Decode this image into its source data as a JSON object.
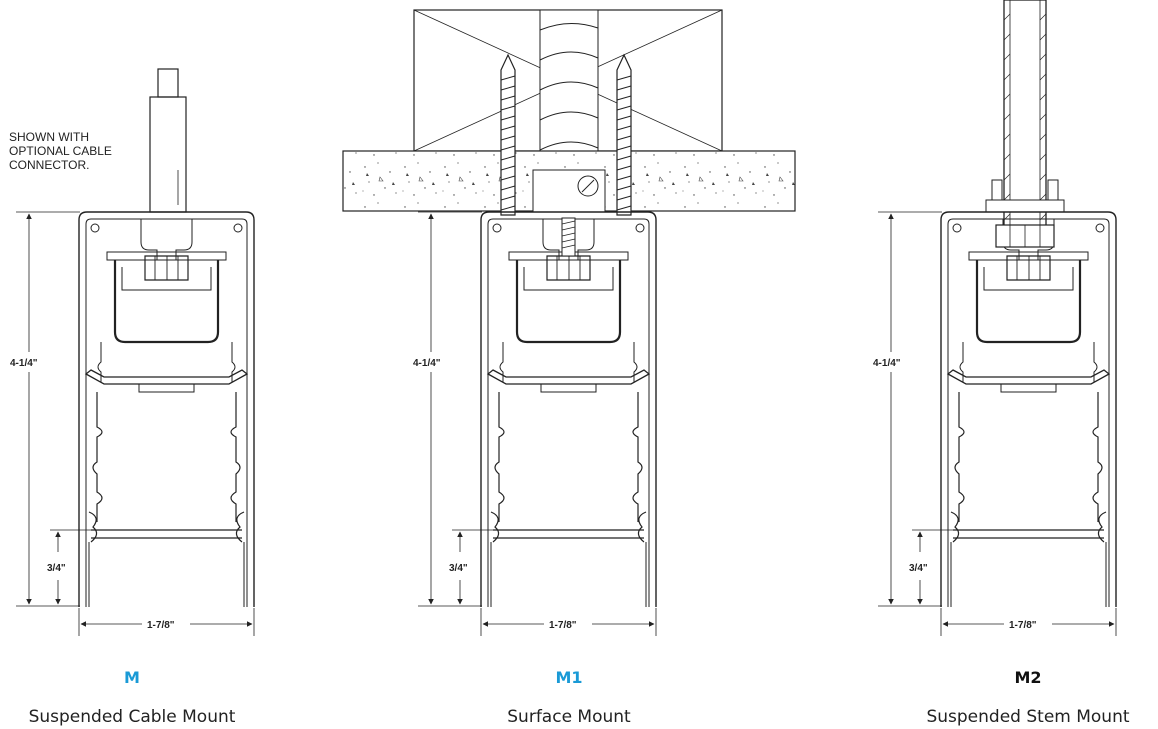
{
  "note": {
    "line1": "SHOWN WITH",
    "line2": "OPTIONAL CABLE",
    "line3": "CONNECTOR."
  },
  "dimensions": {
    "height": "4-1/4\"",
    "lens": "3/4\"",
    "width": "1-7/8\""
  },
  "mounts": [
    {
      "code": "M",
      "caption": "Suspended Cable Mount",
      "code_color": "#1a9ad6"
    },
    {
      "code": "M1",
      "caption": "Surface Mount",
      "code_color": "#1a9ad6"
    },
    {
      "code": "M2",
      "caption": "Suspended Stem Mount",
      "code_color": "#111111"
    }
  ]
}
